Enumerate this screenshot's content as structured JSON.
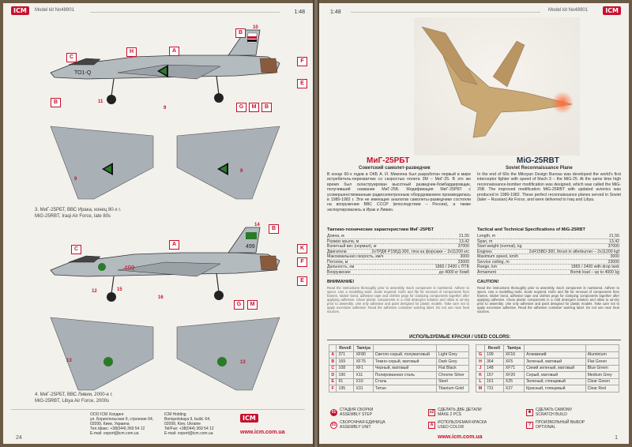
{
  "left": {
    "model_kit": "Model kit No48901",
    "scale": "1:48",
    "logo": "ICM",
    "page_number": "24",
    "caption1": [
      "3. МиГ-25РБТ, ВВС Ирака, конец 80-х г.",
      "MiG-25RBT, Iraqi Air Force, late 80s"
    ],
    "caption2": [
      "4. МиГ-25РБТ, ВВС Ливии, 2000-е г.",
      "MiG-25RBT, Libya Air Force, 2000s"
    ],
    "side1_labels": [
      "B",
      "C",
      "H",
      "A",
      "F",
      "E",
      "G",
      "M",
      "B",
      "B"
    ],
    "side1_nums": [
      "10",
      "11",
      "9"
    ],
    "side1_code": "TO1-Q",
    "wing1_nums": [
      "9",
      "9"
    ],
    "side2_labels": [
      "B",
      "C",
      "A",
      "K",
      "F",
      "E",
      "G",
      "M"
    ],
    "side2_nums": [
      "14",
      "12",
      "15",
      "16"
    ],
    "side2_code": "499",
    "wing2_nums": [
      "13",
      "13"
    ],
    "footer": {
      "col1": [
        "ООО ICM Холдинг",
        "ул. Бориспольская 9, строение 64,",
        "02099, Киев, Украина",
        "Тел./факс: +38(044) 369 54 12",
        "E-mail: export@icm.com.ua"
      ],
      "col2": [
        "ICM Holding",
        "Borispolskaya 9, build. 64,",
        "02099, Kiev, Ukraine",
        "Tel/Fax: +38(044) 369 54 12",
        "E-mail: export@icm.com.ua"
      ],
      "website": "www.icm.com.ua"
    }
  },
  "right": {
    "scale": "1:48",
    "model_kit": "Model kit No48901",
    "logo": "ICM",
    "page_number": "1",
    "ru": {
      "title": "МиГ-25РБТ",
      "subtitle": "Советский самолет-разведчик",
      "text": "В конце 60-х годов в ОКБ А. И. Микояна был разработан первый в мире истребитель-перехватчик со скоростью полета 3М – МиГ-25. В это же время был сконструирован высотный разведчик-бомбардировщик, получивший название МиГ-25Б. Модификация МиГ-25РБТ с усовершенствованным радиоэлектронным оборудованием производилась в 1980-1982 г. Эти не имеющие аналогов самолеты-разведчики состояли на вооружении ВВС СССР (впоследствии – России), а также экспортировались в Ирак и Ливию.",
      "spec_title": "Тактико-технические характеристики МиГ-25РБТ",
      "specs": [
        [
          "Длина, м",
          "21,55"
        ],
        [
          "Размах крыла, м",
          "13,42"
        ],
        [
          "Взлетный вес (нормал), кг",
          "37000"
        ],
        [
          "Двигатели",
          "2хТРДФ Р15БД-300, тяга на форсаже – 2х11200 кгс"
        ],
        [
          "Максимальная скорость, км/ч",
          "3000"
        ],
        [
          "Потолок, м",
          "23000"
        ],
        [
          "Дальность, км",
          "1865 / 2400 с ПТБ"
        ],
        [
          "Вооружение",
          "до 4000 кг бомб"
        ]
      ],
      "attention_title": "ВНИМАНИЕ!"
    },
    "en": {
      "title": "MiG-25RBT",
      "subtitle": "Soviet Reconnaissance Plane",
      "text": "In the end of 60s the Mikoyan Design Bureau was developed the world's first interceptor fighter with speed of Mach 3 – the MiG-25. At the same time high reconnaissance-bomber modification was designed, which was called the MiG-25B. The improved modification MiG-25RBT with updated avionics was produced in 1980-1982. These perfect reconnaissance planes served in Soviet (later – Russian) Air Force, and were delivered to Iraq and Libya.",
      "spec_title": "Tactical and Technical Specifications of MiG-25RBT",
      "specs": [
        [
          "Length, m",
          "21,55"
        ],
        [
          "Span, m",
          "13,42"
        ],
        [
          "Start weight (normal), kg",
          "37000"
        ],
        [
          "Engines",
          "2xR15BD-300, thrust in afterburner – 2x11200 kgf"
        ],
        [
          "Maximum speed, km/h",
          "3000"
        ],
        [
          "Service ceiling, m",
          "23000"
        ],
        [
          "Range, km",
          "1865 / 2400 with drop tank"
        ],
        [
          "Armament",
          "Bomb load – up to 4000 kg"
        ]
      ],
      "caution_title": "CAUTION!",
      "caution_text": "Read the instructions thoroughly prior to assembly. Each component is numbered. Adhere to specs. Use a modelling tools. Scale required. Knife and file for removal of components from frames, sticker bond, adhesive tape and clothes pegs for clamping components together after applying adhesive. Clean plastic components in a mild detergent solution and allow to air-dry prior to assembly. Use only adhesive and paint designed for plastic models. Take care not to apply excessive adhesive. Read the adhesive container warning label. Do not use near heat sources."
    },
    "paints": {
      "title": "ИСПОЛЬЗУЕМЫЕ КРАСКИ / USED COLORS:",
      "headers": [
        "Revell",
        "Tamiya"
      ],
      "left_rows": [
        [
          "A",
          "371",
          "XF80",
          "Светло-серый, полуматовый",
          "Light Grey"
        ],
        [
          "B",
          "169",
          "XF75",
          "Темно-серый, матовый",
          "Dark Grey"
        ],
        [
          "C",
          "108",
          "XF1",
          "Черный, матовый",
          "Flat Black"
        ],
        [
          "D",
          "190",
          "X11",
          "Полированная сталь",
          "Chrome Silver"
        ],
        [
          "E",
          "91",
          "X10",
          "Сталь",
          "Steel"
        ],
        [
          "F",
          "195",
          "X31",
          "Титан",
          "Titanium Gold"
        ]
      ],
      "right_rows": [
        [
          "G",
          "199",
          "XF16",
          "Алюминий",
          "Aluminium"
        ],
        [
          "H",
          "364",
          "XF5",
          "Зеленый, матовый",
          "Flat Green"
        ],
        [
          "J",
          "148",
          "XF71",
          "Синий зеленый, матовый",
          "Blue Green"
        ],
        [
          "K",
          "157",
          "XF20",
          "Серый, матовый",
          "Medium Grey"
        ],
        [
          "L",
          "161",
          "X25",
          "Зеленый, глянцевый",
          "Clear Green"
        ],
        [
          "M",
          "731",
          "X27",
          "Красный, глянцевый",
          "Clear Red"
        ]
      ]
    },
    "legend": [
      [
        "01",
        "СТАДИЯ СБОРКИ",
        "ASSEMBLY STEP"
      ],
      [
        "x2",
        "СДЕЛАТЬ ДВЕ ДЕТАЛИ",
        "MAKE 2 PCS"
      ],
      [
        "✱",
        "СДЕЛАТЬ САМОМУ",
        "SCRATCH BUILD"
      ],
      [
        "01",
        "СБОРОЧНАЯ ЕДИНИЦА",
        "ASSEMBLY UNIT"
      ],
      [
        "A",
        "ИСПОЛЬЗУЕМАЯ КРАСКА",
        "USED COLOR"
      ],
      [
        "?",
        "ПРОИЗВОЛЬНЫЙ ВЫБОР",
        "OPTIONAL"
      ]
    ],
    "website": "www.icm.com.ua"
  },
  "colors": {
    "accent": "#c8102e",
    "camo_grey": "#a9b0b6"
  }
}
